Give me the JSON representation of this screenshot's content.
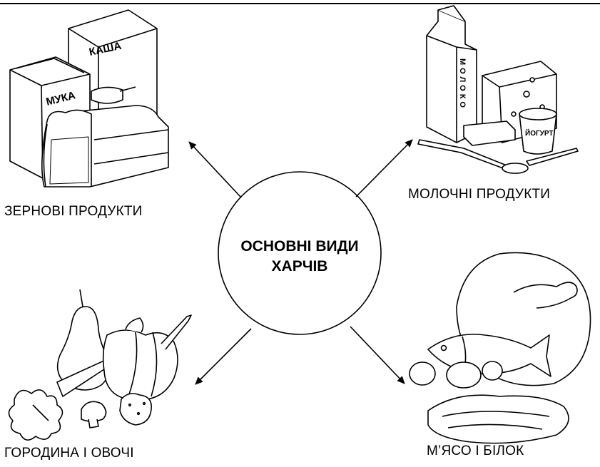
{
  "center": {
    "line1": "ОСНОВНІ ВИДИ",
    "line2": "ХАРЧІВ"
  },
  "groups": {
    "grains": {
      "label": "ЗЕРНОВІ ПРОДУКТИ",
      "items": {
        "porridge": "КАША",
        "flour": "МУКА"
      }
    },
    "dairy": {
      "label": "МОЛОЧНІ ПРОДУКТИ",
      "items": {
        "milk": "МОЛОКО",
        "yogurt": "ЙОГУРТ"
      }
    },
    "vegetables": {
      "label": "ГОРОДИНА І ОВОЧІ"
    },
    "meat": {
      "label": "М’ЯСО І БІЛОК"
    }
  }
}
